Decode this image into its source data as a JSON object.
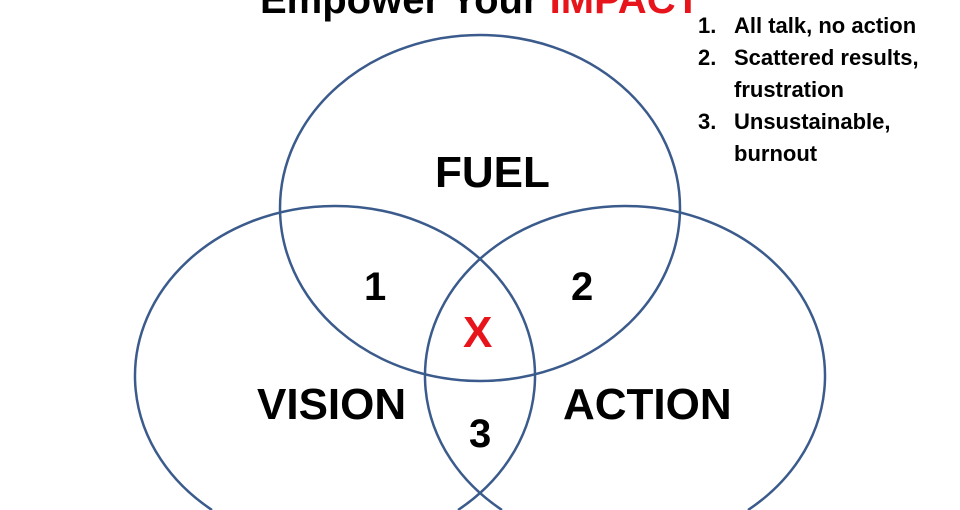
{
  "title": {
    "prefix": "Empower Your ",
    "highlight": "IMPACT"
  },
  "circles": {
    "top": "FUEL",
    "left": "VISION",
    "right": "ACTION"
  },
  "regions": {
    "fuel_vision": "1",
    "fuel_action": "2",
    "vision_action": "3",
    "center": "X"
  },
  "legend": [
    {
      "num": "1.",
      "text": "All talk, no action"
    },
    {
      "num": "2.",
      "text": "Scattered results, frustration"
    },
    {
      "num": "3.",
      "text": "Unsustainable, burnout"
    }
  ],
  "colors": {
    "stroke": "#3b5b8c",
    "accent": "#e8141b"
  }
}
